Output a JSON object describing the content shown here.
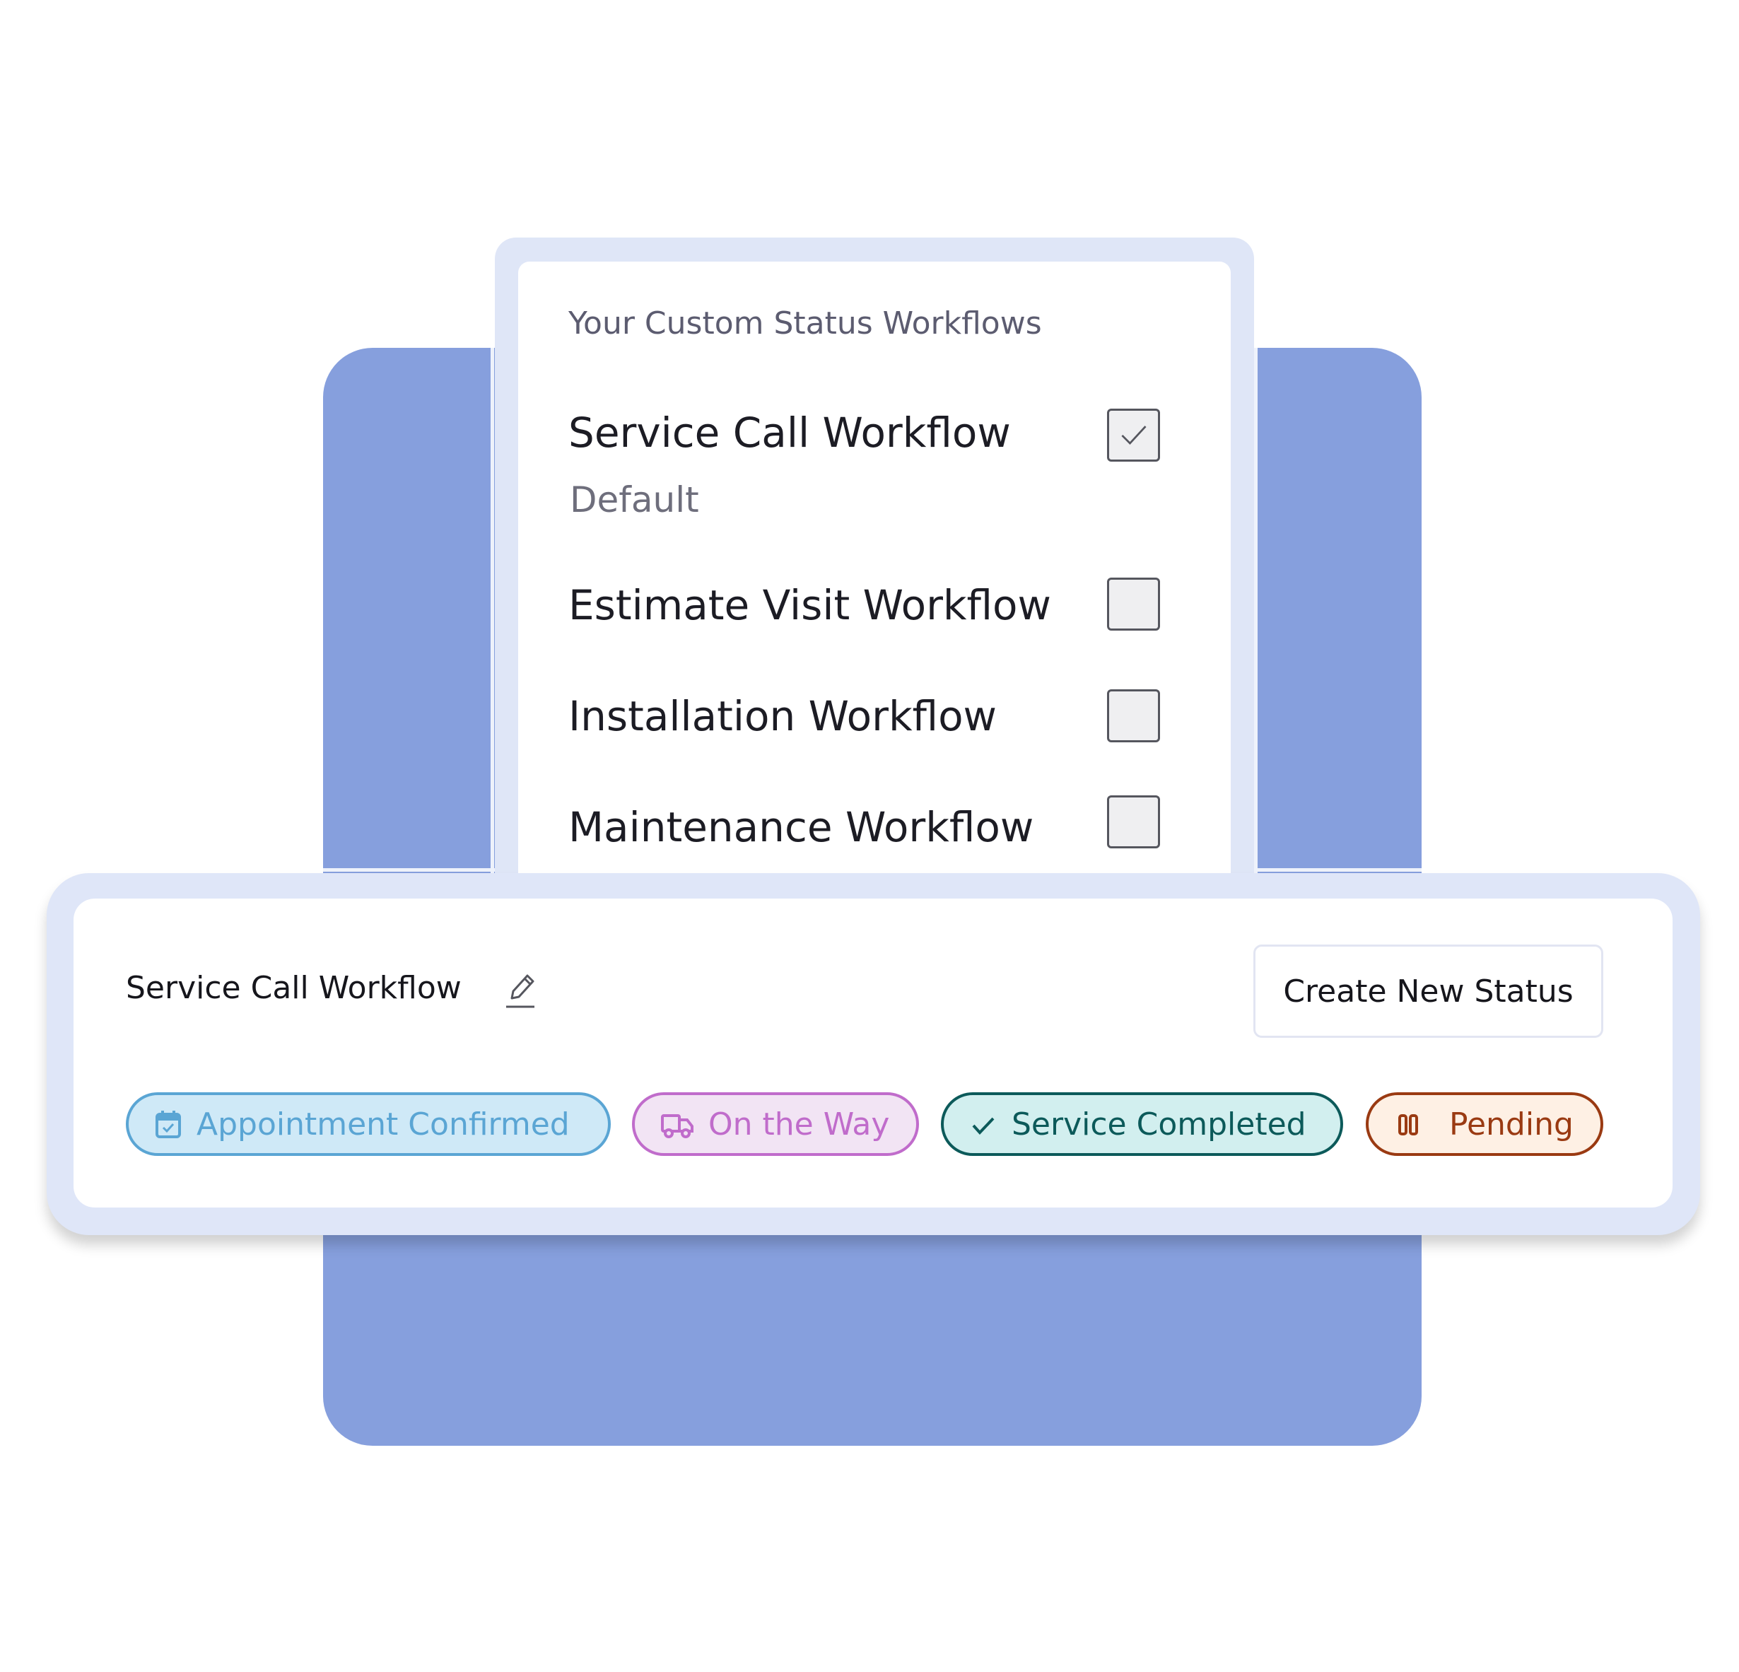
{
  "workflows_panel": {
    "title": "Your Custom Status Workflows",
    "items": [
      {
        "label": "Service Call Workflow",
        "sublabel": "Default",
        "checked": true
      },
      {
        "label": "Estimate Visit Workflow",
        "checked": false
      },
      {
        "label": "Installation Workflow",
        "checked": false
      },
      {
        "label": "Maintenance Workflow",
        "checked": false
      }
    ]
  },
  "editor": {
    "title": "Service Call Workflow",
    "edit_icon": "pencil-icon",
    "create_button": "Create New Status",
    "statuses": [
      {
        "label": "Appointment Confirmed",
        "icon": "calendar-check-icon",
        "color": "#5aa5d4",
        "bg": "#cfe9f7"
      },
      {
        "label": "On the Way",
        "icon": "truck-icon",
        "color": "#c06ccb",
        "bg": "#f2e4f4"
      },
      {
        "label": "Service Completed",
        "icon": "check-icon",
        "color": "#0c5a5a",
        "bg": "#d2efef"
      },
      {
        "label": "Pending",
        "icon": "pause-icon",
        "color": "#9a3a12",
        "bg": "#fef0e4"
      }
    ]
  }
}
